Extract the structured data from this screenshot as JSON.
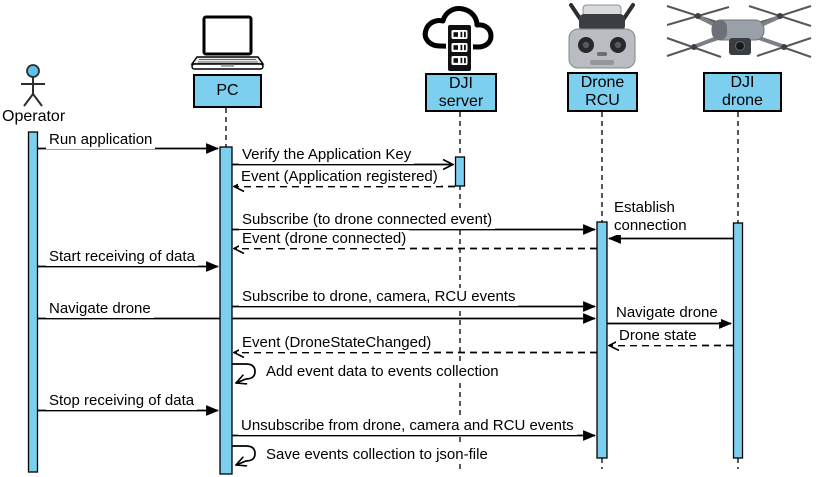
{
  "diagram": {
    "kind": "uml-sequence-diagram",
    "background": "#ffffff"
  },
  "colors": {
    "participant_fill": "#7ccfef",
    "activation_fill": "#7ccfef",
    "line": "#000000",
    "operator_head_fill": "#5ec1ec"
  },
  "participants": [
    {
      "id": "operator",
      "label": "Operator",
      "icon": "person-icon"
    },
    {
      "id": "pc",
      "label": "PC",
      "icon": "laptop-icon"
    },
    {
      "id": "dji-server",
      "label": "DJI\nserver",
      "icon": "cloud-server-icon"
    },
    {
      "id": "drone-rcu",
      "label": "Drone\nRCU",
      "icon": "rcu-icon"
    },
    {
      "id": "dji-drone",
      "label": "DJI\ndrone",
      "icon": "drone-icon"
    }
  ],
  "messages": [
    {
      "label": "Run application",
      "from": "operator",
      "to": "pc",
      "line": "solid",
      "arrow": "filled"
    },
    {
      "label": "Verify the Application Key",
      "from": "pc",
      "to": "dji-server",
      "line": "solid",
      "arrow": "open"
    },
    {
      "label": "Event (Application registered)",
      "from": "dji-server",
      "to": "pc",
      "line": "dashed",
      "arrow": "open"
    },
    {
      "label": "Subscribe (to drone connected event)",
      "from": "pc",
      "to": "drone-rcu",
      "line": "solid",
      "arrow": "filled"
    },
    {
      "label": "Establish\nconnection",
      "from": "dji-drone",
      "to": "drone-rcu",
      "line": "solid",
      "arrow": "filled"
    },
    {
      "label": "Event (drone connected)",
      "from": "drone-rcu",
      "to": "pc",
      "line": "dashed",
      "arrow": "open"
    },
    {
      "label": "Start receiving of data",
      "from": "operator",
      "to": "pc",
      "line": "solid",
      "arrow": "filled"
    },
    {
      "label": "Subscribe to drone, camera, RCU events",
      "from": "pc",
      "to": "drone-rcu",
      "line": "solid",
      "arrow": "filled"
    },
    {
      "label": "Navigate drone",
      "from": "operator",
      "to": "drone-rcu",
      "line": "solid",
      "arrow": "filled"
    },
    {
      "label": "Navigate drone",
      "from": "drone-rcu",
      "to": "dji-drone",
      "line": "solid",
      "arrow": "filled"
    },
    {
      "label": "Drone state",
      "from": "dji-drone",
      "to": "drone-rcu",
      "line": "dashed",
      "arrow": "open"
    },
    {
      "label": "Event (DroneStateChanged)",
      "from": "drone-rcu",
      "to": "pc",
      "line": "dashed",
      "arrow": "open"
    },
    {
      "label": "Add event data to events collection",
      "from": "pc",
      "to": "pc",
      "line": "self",
      "arrow": "open"
    },
    {
      "label": "Stop receiving of data",
      "from": "operator",
      "to": "pc",
      "line": "solid",
      "arrow": "filled"
    },
    {
      "label": "Unsubscribe from drone, camera and RCU events",
      "from": "pc",
      "to": "drone-rcu",
      "line": "solid",
      "arrow": "filled"
    },
    {
      "label": "Save events collection to json-file",
      "from": "pc",
      "to": "pc",
      "line": "self",
      "arrow": "open"
    }
  ]
}
